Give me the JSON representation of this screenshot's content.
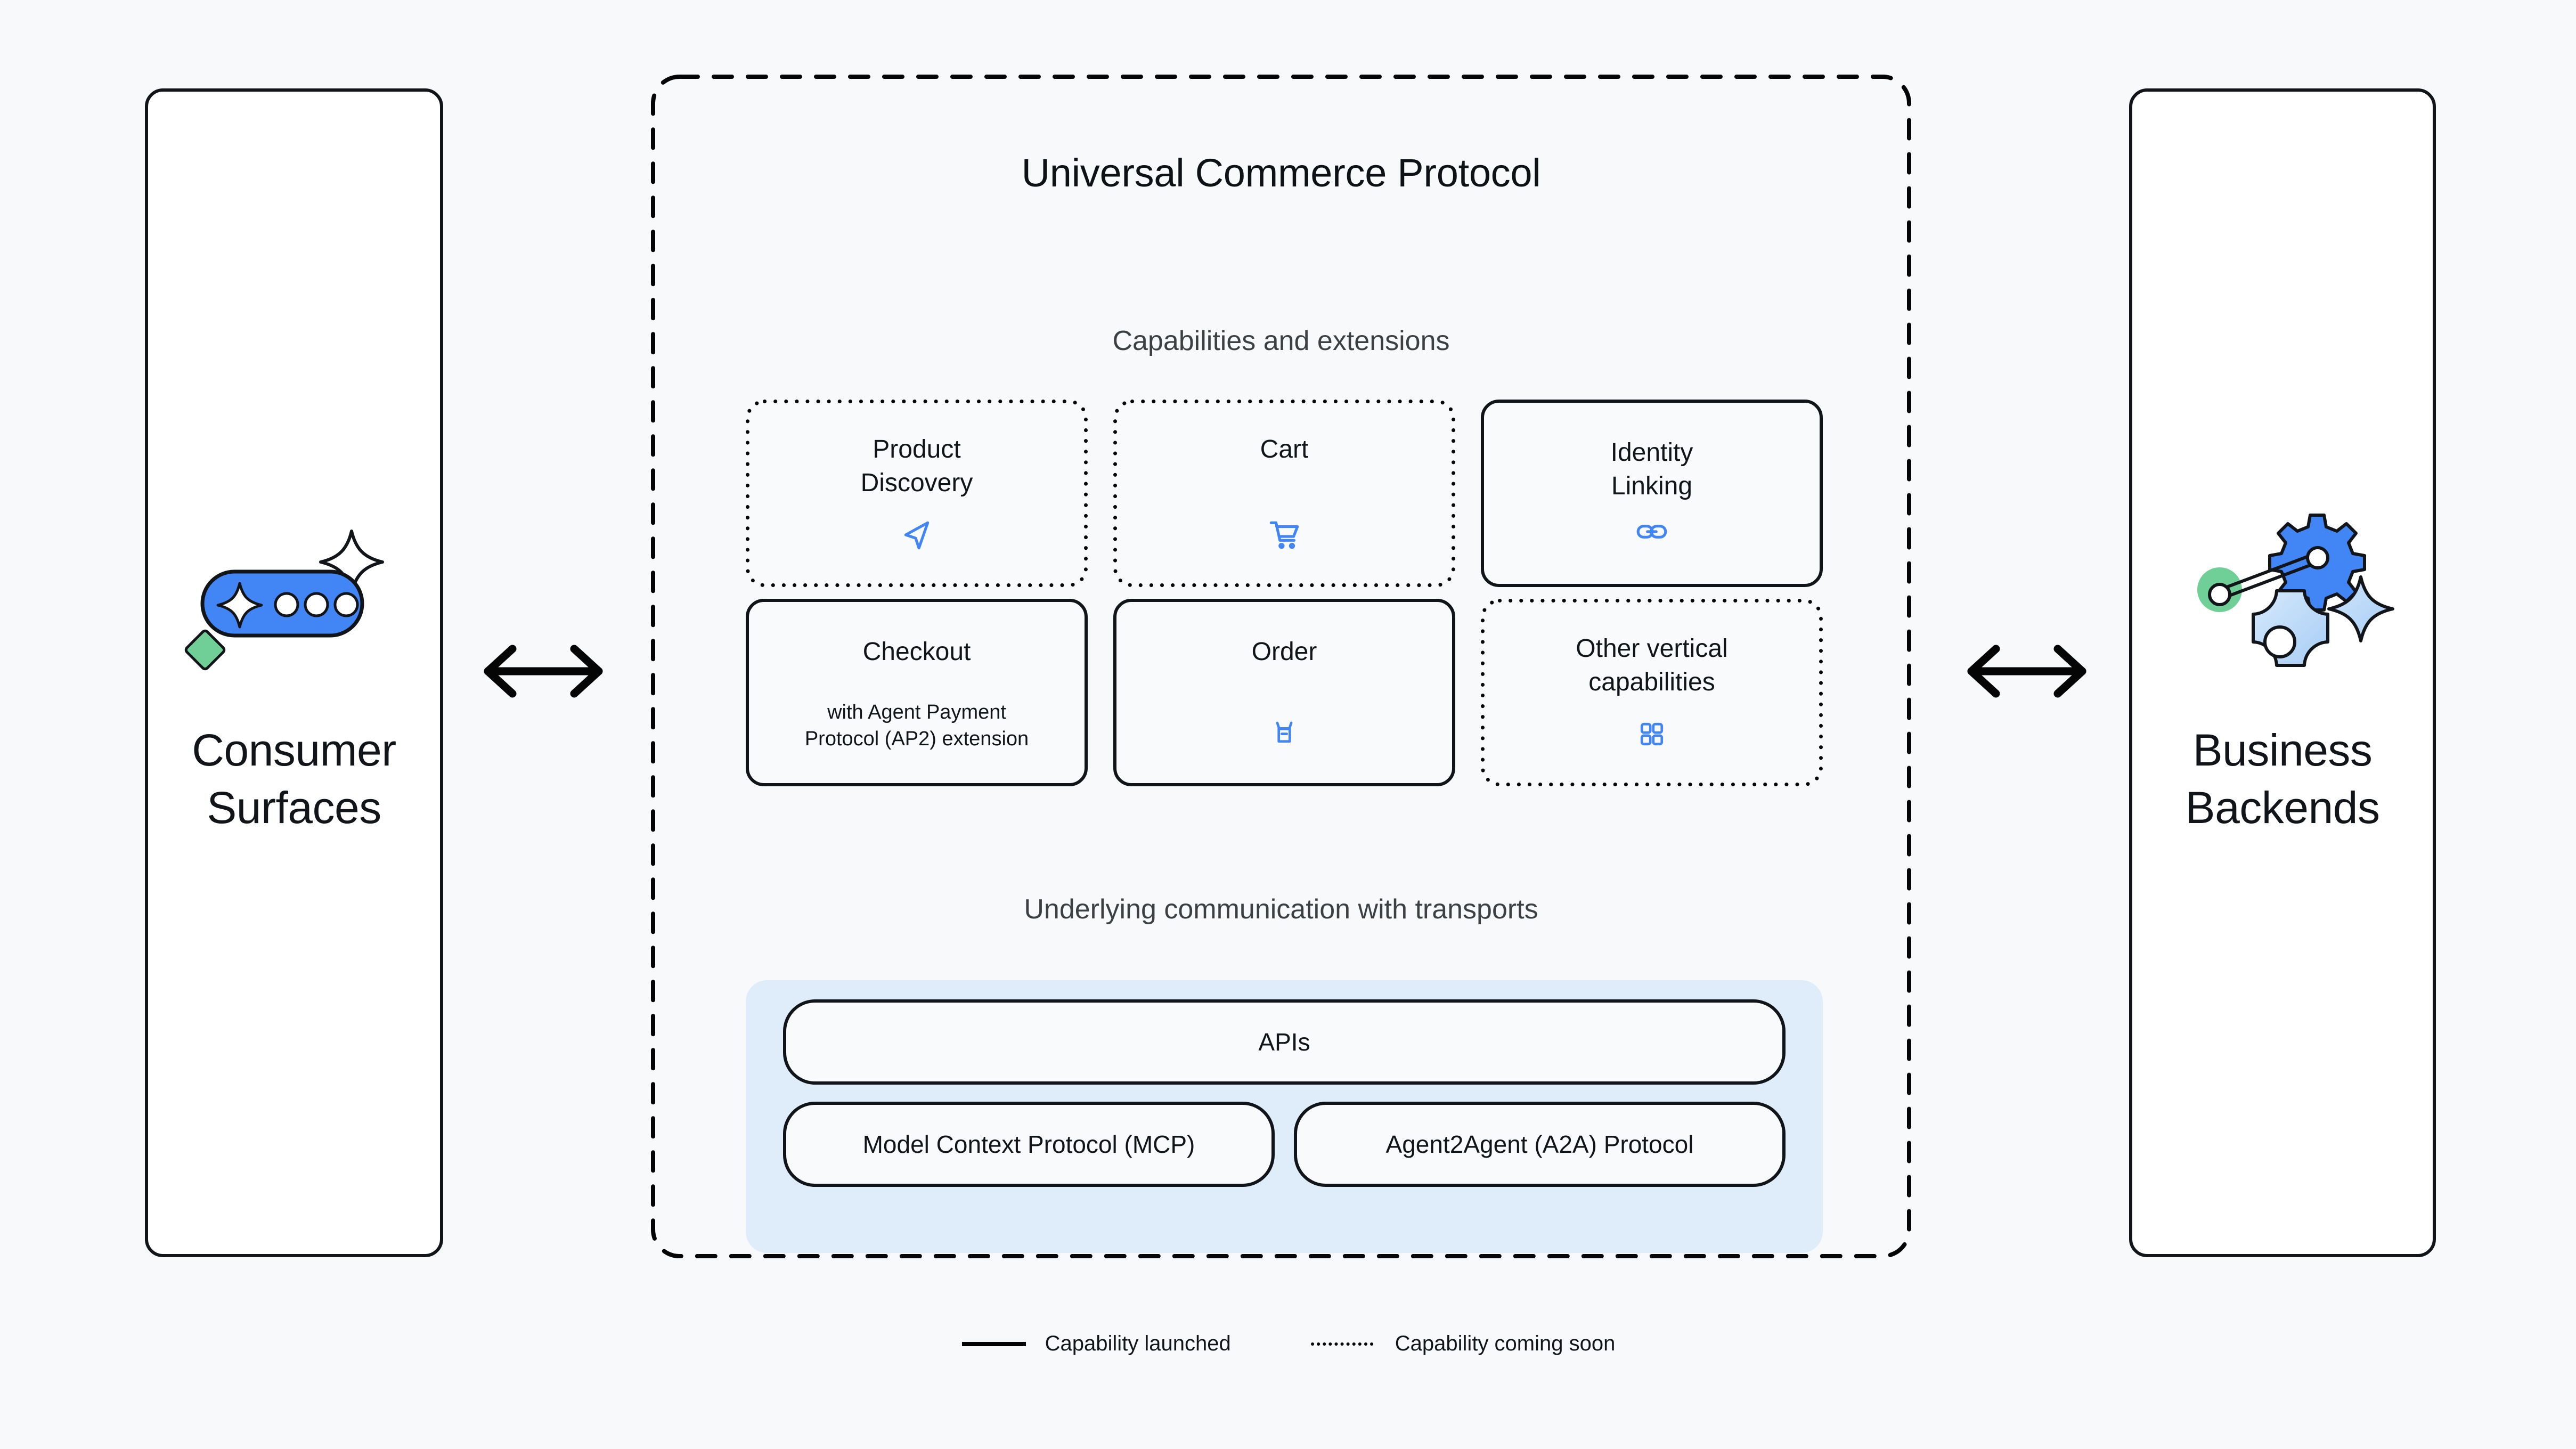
{
  "left_panel": {
    "title": "Consumer\nSurfaces",
    "art_icon": "chat-bubble-sparkle-icon"
  },
  "right_panel": {
    "title": "Business\nBackends",
    "art_icon": "gears-cog-sparkle-icon"
  },
  "connectors": {
    "left_arrow_icon": "bidirectional-arrow-icon",
    "right_arrow_icon": "bidirectional-arrow-icon"
  },
  "container": {
    "title": "Universal Commerce Protocol",
    "capabilities_label": "Capabilities and extensions",
    "transports_label": "Underlying communication with transports"
  },
  "capabilities": [
    {
      "name": "Product\nDiscovery",
      "subtitle": "",
      "status": "coming-soon",
      "icon": "navigation-arrow-icon"
    },
    {
      "name": "Cart",
      "subtitle": "",
      "status": "coming-soon",
      "icon": "shopping-cart-icon"
    },
    {
      "name": "Identity\nLinking",
      "subtitle": "",
      "status": "launched",
      "icon": "link-chain-icon"
    },
    {
      "name": "Checkout",
      "subtitle": "with Agent Payment\nProtocol (AP2) extension",
      "status": "launched",
      "icon": "none"
    },
    {
      "name": "Order",
      "subtitle": "",
      "status": "launched",
      "icon": "shopping-basket-icon"
    },
    {
      "name": "Other vertical\ncapabilities",
      "subtitle": "",
      "status": "coming-soon",
      "icon": "grid-squares-icon"
    }
  ],
  "transports": {
    "apis": "APIs",
    "mcp": "Model Context Protocol (MCP)",
    "a2a": "Agent2Agent (A2A) Protocol"
  },
  "legend": [
    {
      "label": "Capability launched",
      "style": "solid"
    },
    {
      "label": "Capability coming soon",
      "style": "dotted"
    }
  ],
  "colors": {
    "background": "#f7f9fa",
    "ink": "#111418",
    "muted_text": "#3c4043",
    "accent_blue": "#4285f4",
    "transport_panel": "#dfecfa",
    "pill_fill": "#f9fafb",
    "green": "#6fcf97",
    "light_blue": "#a8cdf5"
  }
}
